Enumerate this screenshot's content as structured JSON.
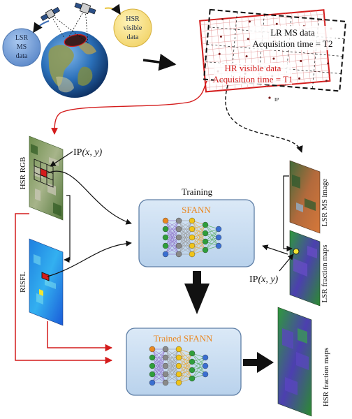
{
  "bubbles": {
    "lsr": [
      "LSR",
      "MS",
      "data"
    ],
    "hsr": [
      "HSR",
      "visible",
      "data"
    ]
  },
  "registration": {
    "lr_line1": "LR MS data",
    "lr_line2": "Acquisition time = T2",
    "hr_line1": "HR visible data",
    "hr_line2": "Acquisition time = T1",
    "ip_label": "IP"
  },
  "labels": {
    "hsr_rgb": "HSR RGB",
    "risfl": "RISFL",
    "lsr_ms_image": "LSR MS image",
    "lsr_fraction_maps": "LSR fraction maps",
    "hsr_fraction_maps": "HSR fraction maps",
    "ip_left": "IP",
    "ip_left_coords": "(x, y)",
    "ip_right": "IP",
    "ip_right_coords": "(x, y)"
  },
  "training": {
    "heading": "Training",
    "sfann_title": "SFANN",
    "trained_title": "Trained SFANN"
  },
  "colors": {
    "red_arrow": "#d41c1c",
    "box_fill": "#c7dcf0",
    "box_stroke": "#5f7fa6",
    "title_orange": "#e98822"
  },
  "icons": [
    "satellite-icon",
    "earth-globe-icon",
    "neural-network-icon"
  ]
}
